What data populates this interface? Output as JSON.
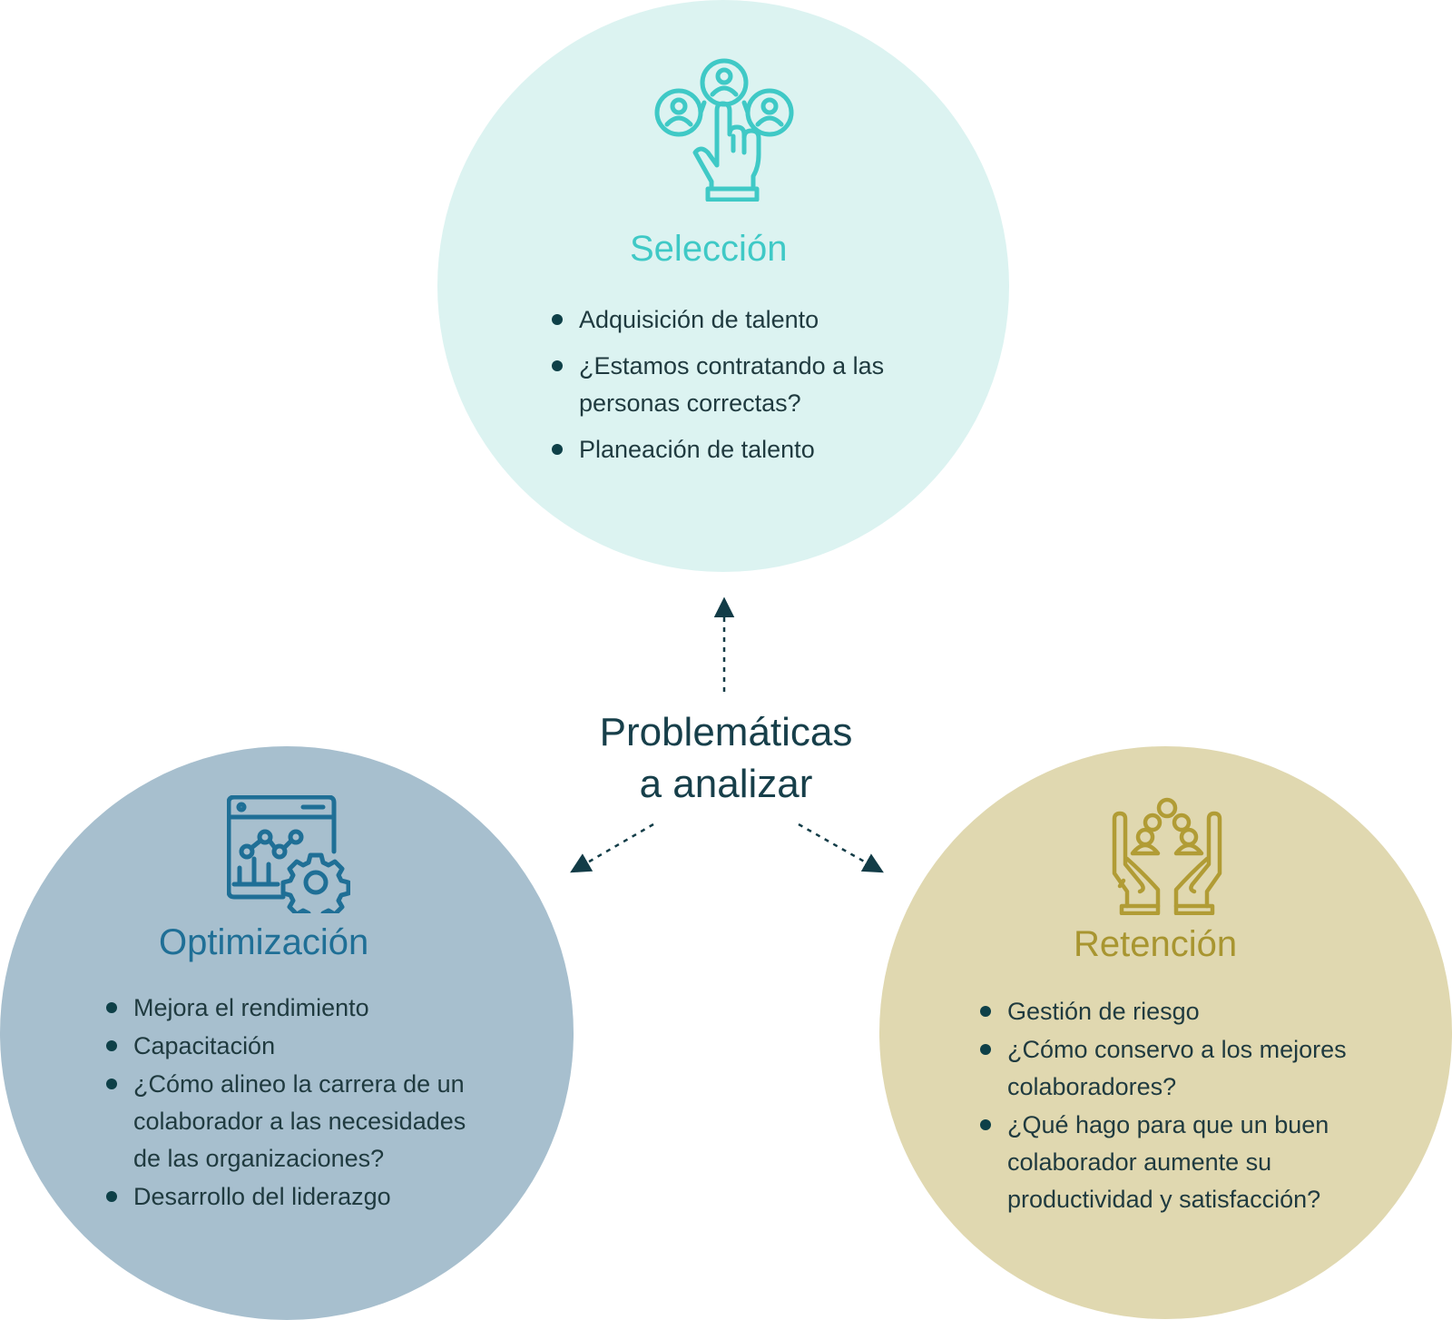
{
  "center": {
    "title_line1": "Problemáticas",
    "title_line2": "a analizar"
  },
  "seleccion": {
    "title": "Selección",
    "icon": "hand-pointing-people-icon",
    "color": "#3fc9c6",
    "bg": "#dcf3f1",
    "items": [
      "Adquisición de talento",
      "¿Estamos contratando a las personas correctas?",
      "Planeación de talento"
    ]
  },
  "optimizacion": {
    "title": "Optimización",
    "icon": "dashboard-chart-gear-icon",
    "color": "#1f6f96",
    "bg": "#a7bfce",
    "items": [
      "Mejora el rendimiento",
      "Capacitación",
      "¿Cómo alineo la carrera de un colaborador a las necesidades de las organizaciones?",
      "Desarrollo del liderazgo"
    ]
  },
  "retencion": {
    "title": "Retención",
    "icon": "hands-holding-people-icon",
    "color": "#a89530",
    "bg": "#e0d8b0",
    "items": [
      "Gestión de riesgo",
      "¿Cómo conservo a los mejores colaboradores?",
      "¿Qué hago para que un buen colaborador aumente su productividad  y satisfacción?"
    ]
  }
}
